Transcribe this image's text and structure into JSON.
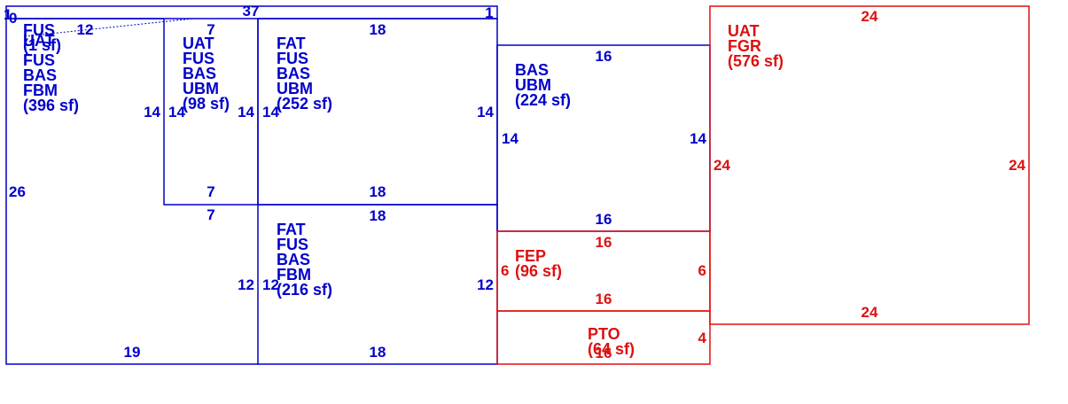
{
  "colors": {
    "living": "#0000cc",
    "other": "#dd1111",
    "background": "#ffffff"
  },
  "areas": [
    {
      "id": "area-1",
      "codes": [
        "FUS",
        "FUS",
        "BAS",
        "FBM"
      ],
      "sf_text": "(396 sf)",
      "category": "living",
      "dims": {
        "top_a": "12",
        "left": "26",
        "bottom": "19",
        "right_top": "14",
        "right_bottom": "12"
      }
    },
    {
      "id": "area-2",
      "codes": [
        "UAT",
        "FUS",
        "BAS",
        "UBM"
      ],
      "sf_text": "(98 sf)",
      "category": "living",
      "dims": {
        "top": "7",
        "bottom": "7",
        "left": "14",
        "right": "14"
      }
    },
    {
      "id": "area-3",
      "codes": [
        "FAT",
        "FUS",
        "BAS",
        "UBM"
      ],
      "sf_text": "(252 sf)",
      "category": "living",
      "dims": {
        "top": "18",
        "bottom": "18",
        "left": "14",
        "right": "14"
      }
    },
    {
      "id": "area-4",
      "codes": [
        "FAT",
        "FUS",
        "BAS",
        "FBM"
      ],
      "sf_text": "(216 sf)",
      "category": "living",
      "dims": {
        "top": "18",
        "bottom": "18",
        "left": "12",
        "right": "12"
      }
    },
    {
      "id": "area-5",
      "codes": [
        "BAS",
        "UBM"
      ],
      "sf_text": "(224 sf)",
      "category": "living",
      "dims": {
        "top": "16",
        "bottom": "16",
        "left": "14",
        "right": "14"
      }
    },
    {
      "id": "area-6",
      "codes": [
        "FEP"
      ],
      "sf_text": "(96 sf)",
      "category": "other",
      "dims": {
        "top": "16",
        "bottom": "16",
        "left": "6",
        "right": "6"
      }
    },
    {
      "id": "area-7",
      "codes": [
        "PTO"
      ],
      "sf_text": "(64 sf)",
      "category": "other",
      "dims": {
        "right": "4",
        "bottom": "16"
      }
    },
    {
      "id": "area-8",
      "codes": [
        "UAT",
        "FGR"
      ],
      "sf_text": "(576 sf)",
      "category": "other",
      "dims": {
        "top": "24",
        "bottom": "24",
        "left": "24",
        "right": "24"
      }
    },
    {
      "id": "area-9",
      "codes": [
        "UAT"
      ],
      "sf_text": "(1 sf)",
      "category": "living",
      "dims": {
        "top": "37",
        "left": "0",
        "right": "1",
        "corner": "1"
      }
    },
    {
      "id": "area-10",
      "codes": [
        "7"
      ],
      "sf_text": "",
      "category": "living",
      "dims": {}
    }
  ]
}
